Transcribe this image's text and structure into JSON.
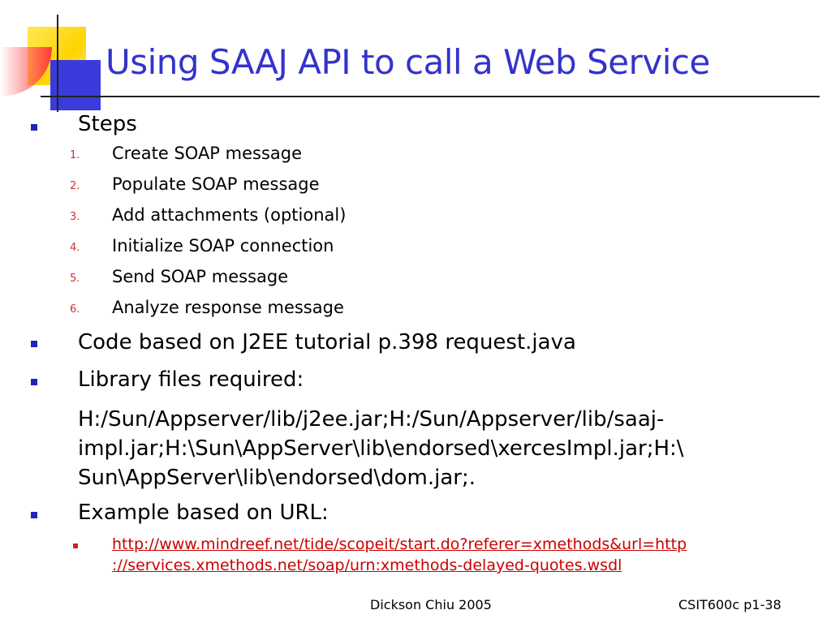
{
  "slide": {
    "title": "Using SAAJ API to call a Web Service",
    "bullets": [
      {
        "text": "Steps"
      },
      {
        "text": "Code based on J2EE tutorial p.398 request.java"
      },
      {
        "text": "Library files required:"
      },
      {
        "text": "Example based on URL:"
      }
    ],
    "steps": [
      {
        "num": "1.",
        "text": "Create SOAP message"
      },
      {
        "num": "2.",
        "text": "Populate SOAP message"
      },
      {
        "num": "3.",
        "text": "Add attachments (optional)"
      },
      {
        "num": "4.",
        "text": "Initialize SOAP connection"
      },
      {
        "num": "5.",
        "text": "Send SOAP message"
      },
      {
        "num": "6.",
        "text": "Analyze response message"
      }
    ],
    "library_lines": [
      "H:/Sun/Appserver/lib/j2ee.jar;H:/Sun/Appserver/lib/saaj-",
      "impl.jar;H:\\Sun\\AppServer\\lib\\endorsed\\xercesImpl.jar;H:\\",
      "Sun\\AppServer\\lib\\endorsed\\dom.jar;."
    ],
    "url_lines": [
      "http://www.mindreef.net/tide/scopeit/start.do?referer=xmethods&url=http",
      "://services.xmethods.net/soap/urn:xmethods-delayed-quotes.wsdl"
    ],
    "footer": {
      "author": "Dickson Chiu 2005",
      "page": "CSIT600c p1-38"
    }
  },
  "colors": {
    "title": "#3333cc",
    "bullet": "#2222bb",
    "number": "#cc3333",
    "link": "#cc0000"
  }
}
